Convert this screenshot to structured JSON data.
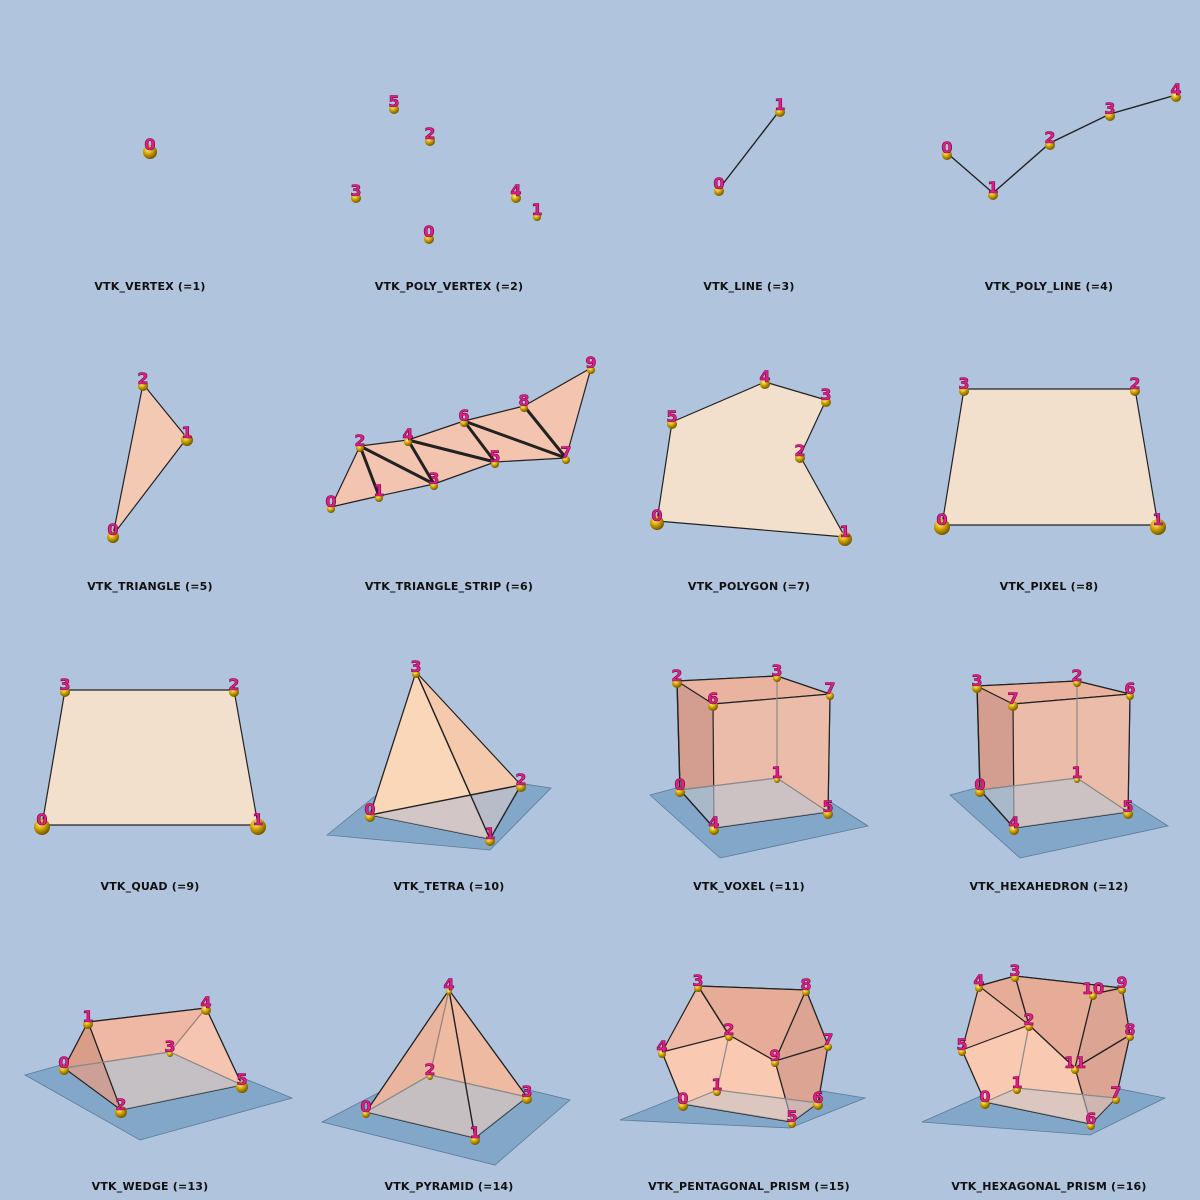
{
  "colors": {
    "background": "#b0c4de",
    "label": "#e0208a",
    "point": "#c8a000",
    "face_light": "#f2dfcc",
    "face_salmon": "#f3c4b0",
    "face_dark": "#d9a292",
    "ground_plane": "#7ba2c6"
  },
  "cells": [
    {
      "caption": "VTK_VERTEX (=1)",
      "labels": [
        "0"
      ]
    },
    {
      "caption": "VTK_POLY_VERTEX (=2)",
      "labels": [
        "0",
        "1",
        "2",
        "3",
        "4",
        "5"
      ]
    },
    {
      "caption": "VTK_LINE (=3)",
      "labels": [
        "0",
        "1"
      ]
    },
    {
      "caption": "VTK_POLY_LINE (=4)",
      "labels": [
        "0",
        "1",
        "2",
        "3",
        "4"
      ]
    },
    {
      "caption": "VTK_TRIANGLE (=5)",
      "labels": [
        "0",
        "1",
        "2"
      ]
    },
    {
      "caption": "VTK_TRIANGLE_STRIP (=6)",
      "labels": [
        "0",
        "1",
        "2",
        "3",
        "4",
        "5",
        "6",
        "7",
        "8",
        "9"
      ]
    },
    {
      "caption": "VTK_POLYGON (=7)",
      "labels": [
        "0",
        "1",
        "2",
        "3",
        "4",
        "5"
      ]
    },
    {
      "caption": "VTK_PIXEL (=8)",
      "labels": [
        "0",
        "1",
        "2",
        "3"
      ]
    },
    {
      "caption": "VTK_QUAD (=9)",
      "labels": [
        "0",
        "1",
        "2",
        "3"
      ]
    },
    {
      "caption": "VTK_TETRA (=10)",
      "labels": [
        "0",
        "1",
        "2",
        "3"
      ]
    },
    {
      "caption": "VTK_VOXEL (=11)",
      "labels": [
        "0",
        "1",
        "2",
        "3",
        "4",
        "5",
        "6",
        "7"
      ]
    },
    {
      "caption": "VTK_HEXAHEDRON (=12)",
      "labels": [
        "0",
        "1",
        "2",
        "3",
        "4",
        "5",
        "6",
        "7"
      ]
    },
    {
      "caption": "VTK_WEDGE (=13)",
      "labels": [
        "0",
        "1",
        "2",
        "3",
        "4",
        "5"
      ]
    },
    {
      "caption": "VTK_PYRAMID (=14)",
      "labels": [
        "0",
        "1",
        "2",
        "3",
        "4"
      ]
    },
    {
      "caption": "VTK_PENTAGONAL_PRISM (=15)",
      "labels": [
        "0",
        "1",
        "2",
        "3",
        "4",
        "5",
        "6",
        "7",
        "8",
        "9"
      ]
    },
    {
      "caption": "VTK_HEXAGONAL_PRISM (=16)",
      "labels": [
        "0",
        "1",
        "2",
        "3",
        "4",
        "5",
        "6",
        "7",
        "8",
        "9",
        "10",
        "11"
      ]
    }
  ]
}
